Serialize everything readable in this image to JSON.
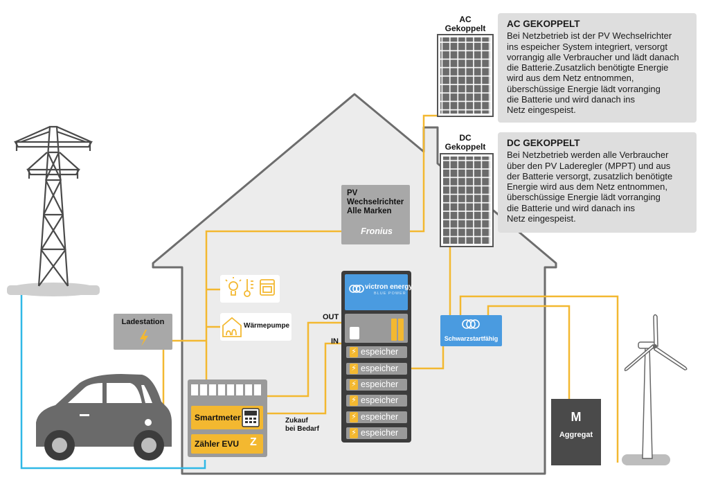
{
  "ac_box": {
    "title": "AC GEKOPPELT",
    "body": "Bei Netzbetrieb ist der PV Wechselrichter\nins espeicher System integriert, versorgt\nvorrangig alle Verbraucher und lädt danach\ndie Batterie.Zusatzlich benötigte Energie\nwird aus dem Netz entnommen,\nüberschüssige Energie lädt vorranging\ndie Batterie und wird danach ins\nNetz eingespeist."
  },
  "dc_box": {
    "title": "DC GEKOPPELT",
    "body": "Bei Netzbetrieb werden alle Verbraucher\nüber den PV Laderegler (MPPT) und aus\nder Batterie versorgt, zusatzlich benötigte\nEnergie wird aus dem Netz entnommen,\nüberschüssige Energie lädt vorranging\ndie Batterie und wird danach ins\nNetz eingespeist."
  },
  "panels": {
    "ac_label_1": "AC",
    "ac_label_2": "Gekoppelt",
    "dc_label_1": "DC",
    "dc_label_2": "Gekoppelt"
  },
  "pv_inverter": {
    "line1": "PV",
    "line2": "Wechselrichter",
    "line3": "Alle Marken",
    "brand": "Fronius"
  },
  "victron": {
    "brand": "victron energy",
    "tagline": "BLUE POWER"
  },
  "batteries": [
    "espeicher",
    "espeicher",
    "espeicher",
    "espeicher",
    "espeicher",
    "espeicher"
  ],
  "labels": {
    "out": "OUT",
    "in": "IN",
    "zukauf": "Zukauf\nbei Bedarf",
    "ladestation": "Ladestation",
    "waermepumpe": "Wärmepumpe",
    "smartmeter": "Smartmeter",
    "zaehler": "Zähler EVU",
    "zaehler_mark": "Z",
    "schwarzstart": "Schwarzstartfähig",
    "aggregat_mark": "M",
    "aggregat": "Aggregat"
  },
  "colors": {
    "yellow": "#f3b830",
    "cyan": "#2fb8e6",
    "house": "#ececec",
    "house_outline": "#6d6d6d",
    "victron_blue": "#4a9be0",
    "dark": "#3c3c3c"
  }
}
